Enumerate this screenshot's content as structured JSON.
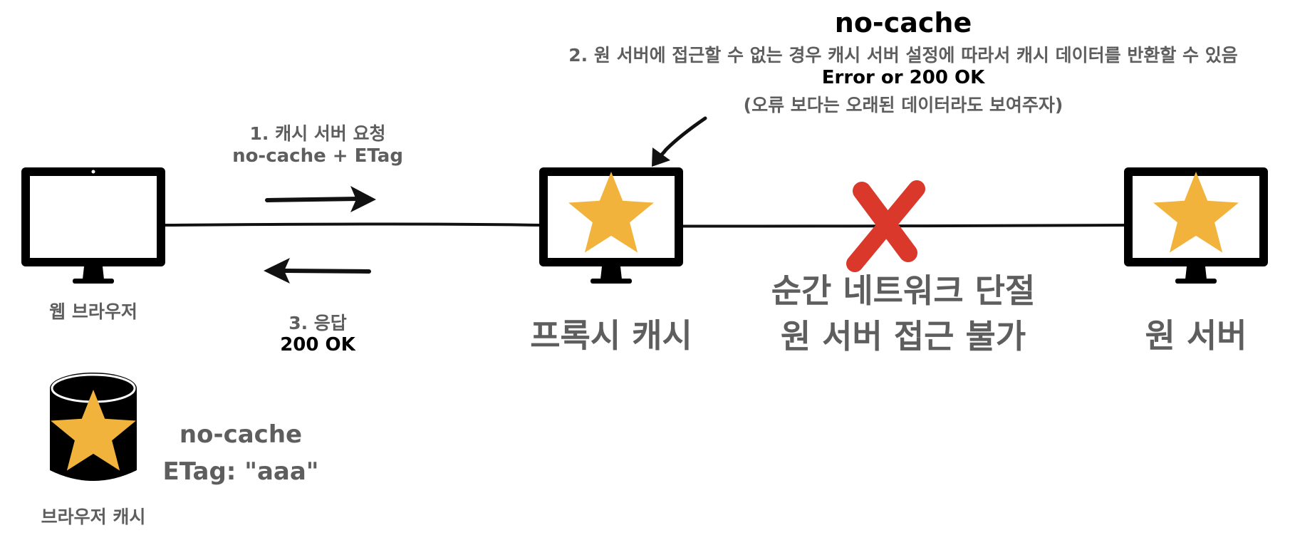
{
  "diagram": {
    "title": "no-cache",
    "note_step2": "2. 원 서버에 접근할 수 없는 경우 캐시 서버 설정에 따라서 캐시 데이터를 반환할 수 있음",
    "note_result": "Error or 200 OK",
    "note_reason": "(오류 보다는 오래된 데이터라도 보여주자)",
    "request": {
      "step": "1. 캐시 서버 요청",
      "headers": "no-cache + ETag"
    },
    "response": {
      "step": "3. 응답",
      "status": "200 OK"
    },
    "nodes": {
      "browser": "웹 브라우저",
      "proxy": "프록시 캐시",
      "origin": "원 서버"
    },
    "failure": {
      "line1": "순간 네트워크 단절",
      "line2": "원 서버 접근 불가"
    },
    "browser_cache": {
      "label": "브라우저 캐시",
      "directive": "no-cache",
      "etag": "ETag: \"aaa\""
    },
    "colors": {
      "star": "#f2b33d",
      "cross": "#d9382b",
      "label_gray": "#5e5e5e",
      "monitor": "#000000"
    }
  }
}
